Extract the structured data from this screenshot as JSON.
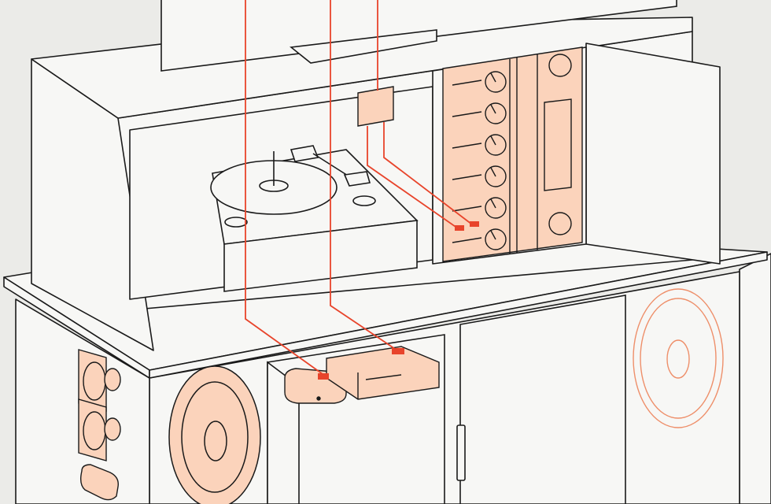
{
  "colors": {
    "background": "#ebebe8",
    "cabinet_fill": "#f7f7f5",
    "outline": "#1a1a1a",
    "highlight_fill": "#fbd3bb",
    "wire": "#e8442b",
    "ghost_speaker": "#ee8f6a"
  },
  "components": {
    "tv": "television",
    "turntable": "turntable",
    "receiver": "vintage-receiver",
    "junction_box": "wall-adapter-box",
    "streamer": "streaming-puck",
    "cd_player": "cd-player",
    "left_drivers": "tweeter-stack",
    "woofer": "woofer-speaker",
    "right_speaker": "right-speaker-outline"
  },
  "receiver": {
    "knob_count": 6
  }
}
